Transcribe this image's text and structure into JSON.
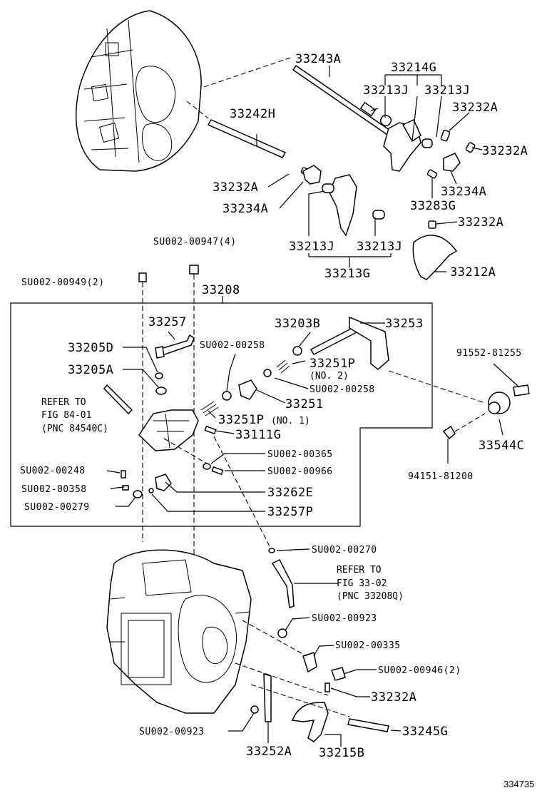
{
  "figure_id": "334735",
  "labels": {
    "p33243A": "33243A",
    "p33214G": "33214G",
    "p33213J_a": "33213J",
    "p33213J_b": "33213J",
    "p33232A_a": "33232A",
    "p33232A_b": "33232A",
    "p33242H": "33242H",
    "p33232A_c": "33232A",
    "p33234A_a": "33234A",
    "p33234A_b": "33234A",
    "p33283G": "33283G",
    "p33232A_d": "33232A",
    "p33213J_c": "33213J",
    "p33213J_d": "33213J",
    "p33213G": "33213G",
    "p33212A": "33212A",
    "pSU00947": "SU002-00947(4)",
    "pSU00949": "SU002-00949(2)",
    "p33208": "33208",
    "p33257": "33257",
    "p33203B": "33203B",
    "p33253": "33253",
    "p33205D": "33205D",
    "pSU00258_a": "SU002-00258",
    "p33251P_2": "33251P",
    "no2": "(NO. 2)",
    "p33205A": "33205A",
    "pSU00258_b": "SU002-00258",
    "p33251": "33251",
    "p33251P_1": "33251P",
    "no1": "(NO. 1)",
    "p33111G": "33111G",
    "pSU00365": "SU002-00365",
    "pSU00966": "SU002-00966",
    "pSU00248": "SU002-00248",
    "pSU00358": "SU002-00358",
    "p33262E": "33262E",
    "pSU00279": "SU002-00279",
    "p33257P": "33257P",
    "p91552": "91552-81255",
    "p33544C": "33544C",
    "p94151": "94151-81200",
    "pSU00270": "SU002-00270",
    "pSU00923_a": "SU002-00923",
    "pSU00335": "SU002-00335",
    "pSU00946": "SU002-00946(2)",
    "p33232A_e": "33232A",
    "p33245G": "33245G",
    "pSU00923_b": "SU002-00923",
    "p33252A": "33252A",
    "p33215B": "33215B"
  },
  "notes": {
    "refer1_l1": "REFER TO",
    "refer1_l2": "FIG 84-01",
    "refer1_l3": "(PNC 84540C)",
    "refer2_l1": "REFER TO",
    "refer2_l2": "FIG 33-02",
    "refer2_l3": "(PNC 33208Q)"
  }
}
